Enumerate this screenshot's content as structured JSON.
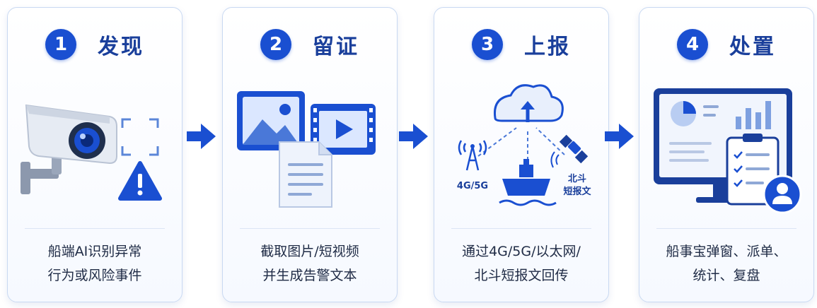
{
  "colors": {
    "primary": "#1a4fd1",
    "title": "#1a3f9b",
    "light": "#e8effc",
    "card_border": "#c9d9f2"
  },
  "steps": [
    {
      "number": "1",
      "title": "发现",
      "icons": [
        "camera-icon",
        "focus-frame-icon",
        "warning-icon"
      ],
      "lines": [
        "船端AI识别异常",
        "行为或风险事件"
      ]
    },
    {
      "number": "2",
      "title": "留证",
      "icons": [
        "image-icon",
        "video-icon",
        "document-icon"
      ],
      "lines": [
        "截取图片/短视频",
        "并生成告警文本"
      ]
    },
    {
      "number": "3",
      "title": "上报",
      "icons": [
        "cloud-upload-icon",
        "antenna-icon",
        "ship-icon",
        "satellite-icon"
      ],
      "labels": {
        "network": "4G/5G",
        "beidou_line1": "北斗",
        "beidou_line2": "短报文"
      },
      "lines": [
        "通过4G/5G/以太网/",
        "北斗短报文回传"
      ]
    },
    {
      "number": "4",
      "title": "处置",
      "icons": [
        "dashboard-monitor-icon",
        "clipboard-checklist-icon",
        "user-icon"
      ],
      "lines": [
        "船事宝弹窗、派单、",
        "统计、复盘"
      ]
    }
  ],
  "arrows": [
    "arrow-right-icon",
    "arrow-right-icon",
    "arrow-right-icon"
  ]
}
